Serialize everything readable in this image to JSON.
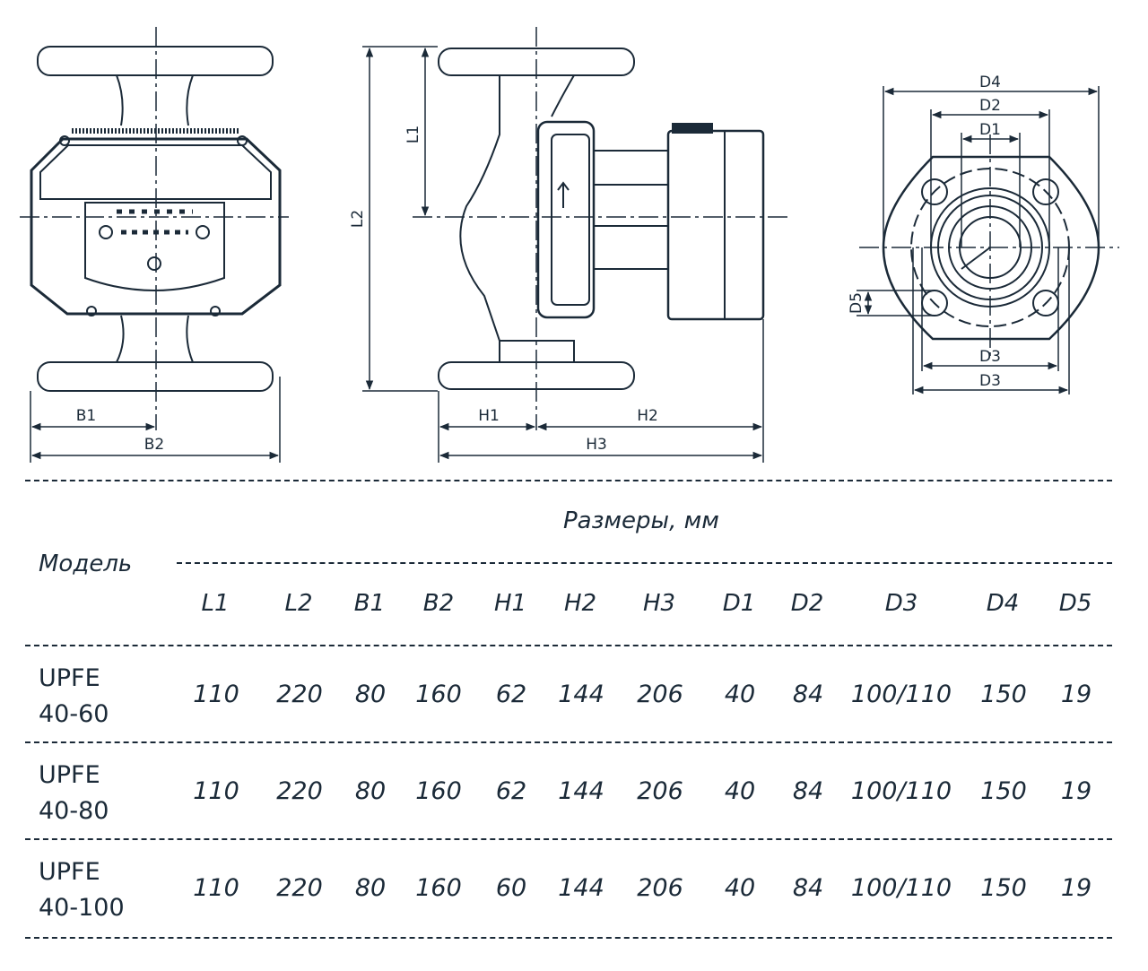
{
  "drawing": {
    "labels": {
      "b1": "B1",
      "b2": "B2",
      "l1": "L1",
      "l2": "L2",
      "h1": "H1",
      "h2": "H2",
      "h3": "H3",
      "d1": "D1",
      "d2": "D2",
      "d3a": "D3",
      "d3b": "D3",
      "d4": "D4",
      "d5": "D5"
    }
  },
  "table": {
    "caption": "Размеры, мм",
    "model_label": "Модель",
    "headers": [
      "L1",
      "L2",
      "B1",
      "B2",
      "H1",
      "H2",
      "H3",
      "D1",
      "D2",
      "D3",
      "D4",
      "D5"
    ],
    "rows": [
      {
        "model_line1": "UPFE",
        "model_line2": "40-60",
        "values": [
          "110",
          "220",
          "80",
          "160",
          "62",
          "144",
          "206",
          "40",
          "84",
          "100/110",
          "150",
          "19"
        ]
      },
      {
        "model_line1": "UPFE",
        "model_line2": "40-80",
        "values": [
          "110",
          "220",
          "80",
          "160",
          "62",
          "144",
          "206",
          "40",
          "84",
          "100/110",
          "150",
          "19"
        ]
      },
      {
        "model_line1": "UPFE",
        "model_line2": "40-100",
        "values": [
          "110",
          "220",
          "80",
          "160",
          "60",
          "144",
          "206",
          "40",
          "84",
          "100/110",
          "150",
          "19"
        ]
      }
    ]
  }
}
